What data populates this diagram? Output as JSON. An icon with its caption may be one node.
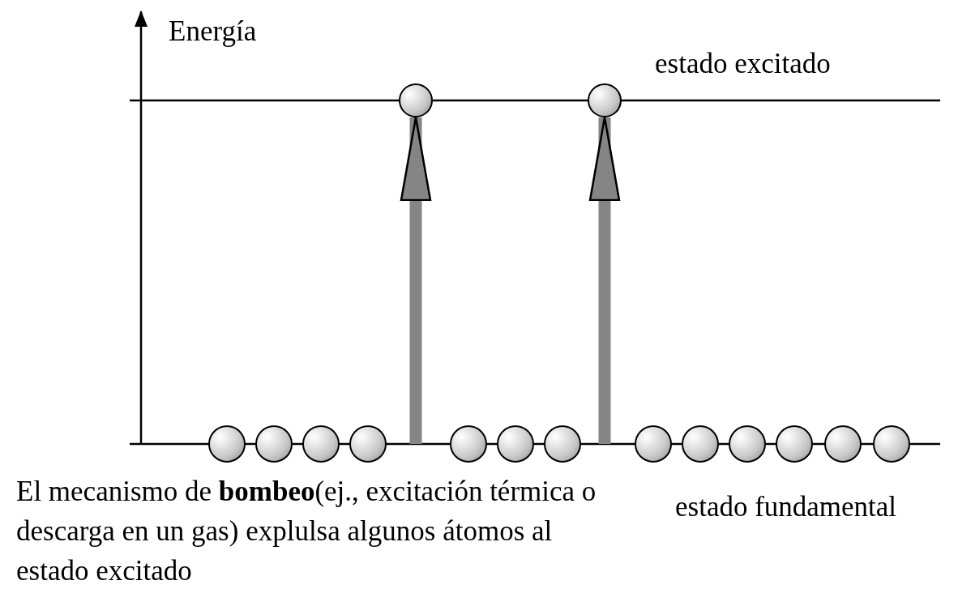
{
  "diagram": {
    "nodes": [
      {
        "text": [],
        "shape": "circle"
      },
      {
        "text": [],
        "shape": "circle"
      },
      {
        "text": [],
        "shape": "circle"
      },
      {
        "text": [],
        "shape": "circle"
      },
      {
        "text": [],
        "shape": "circle"
      },
      {
        "text": [],
        "shape": "circle"
      },
      {
        "text": [],
        "shape": "circle"
      },
      {
        "text": [],
        "shape": "circle"
      },
      {
        "text": [],
        "shape": "circle"
      },
      {
        "text": [],
        "shape": "circle"
      },
      {
        "text": [],
        "shape": "circle"
      },
      {
        "text": [],
        "shape": "circle"
      },
      {
        "text": [],
        "shape": "circle"
      },
      {
        "text": [],
        "shape": "circle"
      },
      {
        "text": [],
        "shape": "circle"
      }
    ],
    "edges": [
      {
        "from": null,
        "to": 0,
        "arrow": "to"
      },
      {
        "from": null,
        "to": 1,
        "arrow": "to"
      }
    ],
    "labels": [
      "Energía",
      "estado excitado",
      "El mecanismo de **bombeo**(ej., excitación térmica o descarga en un gas) explulsa algunos átomos al estado excitado",
      "estado fundamental"
    ]
  }
}
